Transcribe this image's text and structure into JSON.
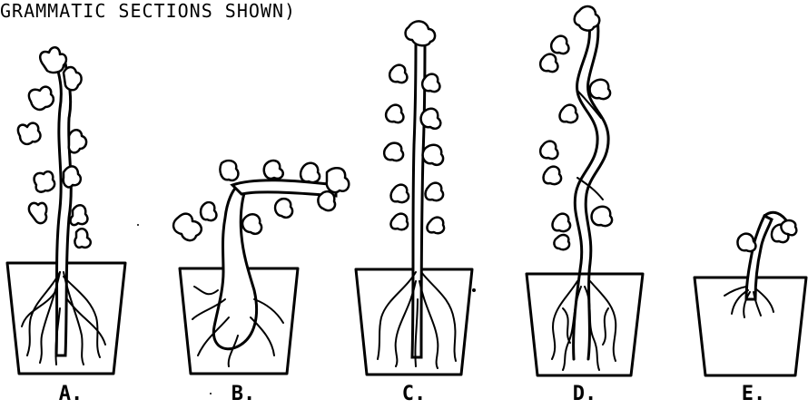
{
  "header_text": "GRAMMATIC SECTIONS SHOWN)",
  "labels": [
    "A.",
    "B.",
    "C.",
    "D.",
    "E."
  ]
}
